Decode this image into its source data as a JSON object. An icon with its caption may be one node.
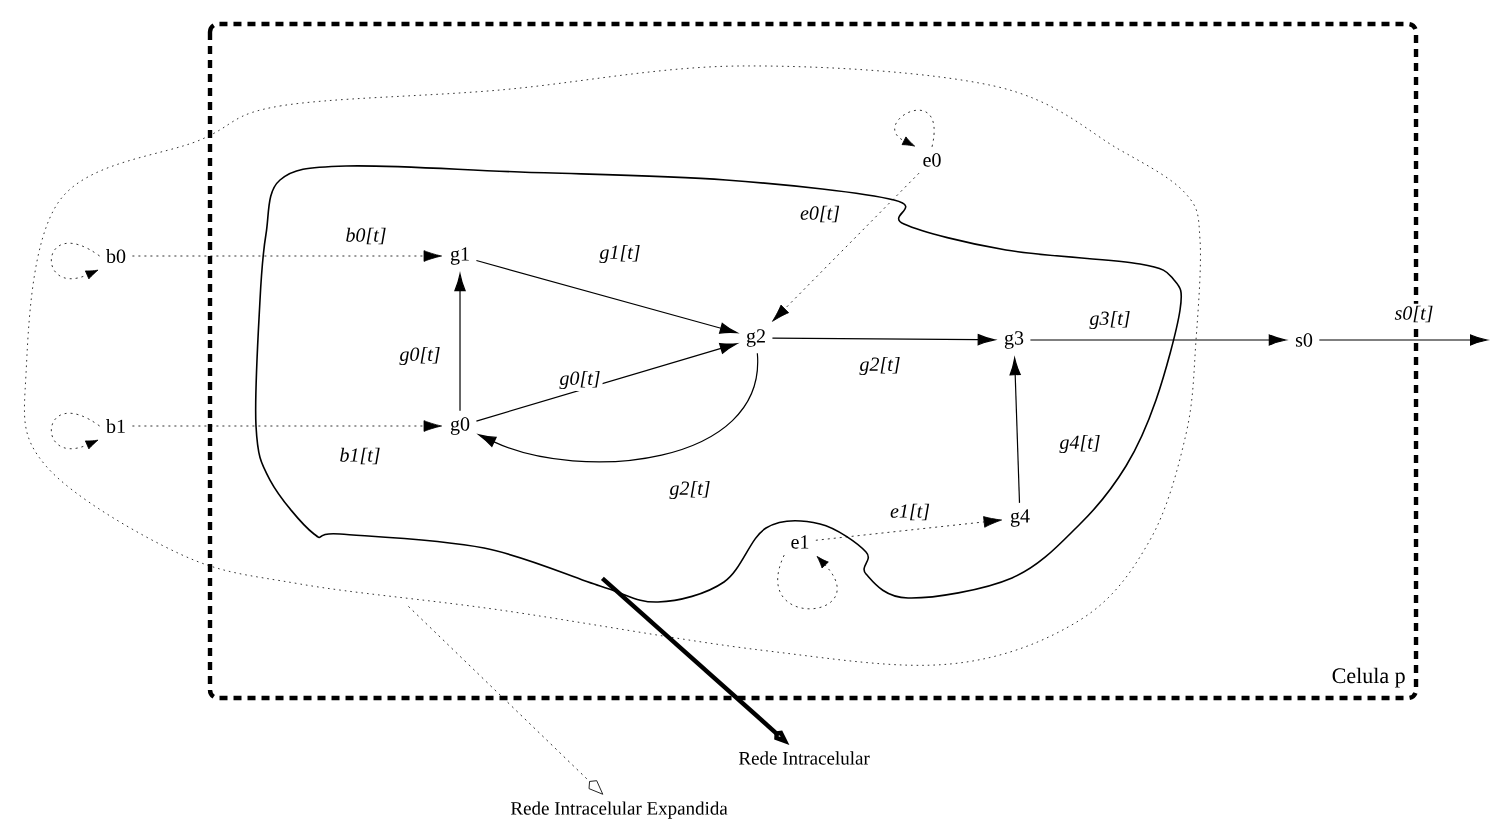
{
  "diagram": {
    "nodes": [
      {
        "text": [
          "Celula p"
        ]
      },
      {
        "text": [],
        "shape": "cloud"
      },
      {
        "text": [],
        "shape": "cloud",
        "in": 1
      },
      {
        "text": [
          "b0"
        ],
        "in": 1
      },
      {
        "text": [
          "b1"
        ],
        "in": 1
      },
      {
        "text": [
          "e0"
        ],
        "in": 1
      },
      {
        "text": [
          "g1"
        ],
        "in": 2
      },
      {
        "text": [
          "g2"
        ],
        "in": 2
      },
      {
        "text": [
          "g3"
        ],
        "in": 2
      },
      {
        "text": [
          "s0"
        ],
        "in": 0
      },
      {
        "text": [
          "g0"
        ],
        "in": 2
      },
      {
        "text": [
          "g4"
        ],
        "in": 2
      },
      {
        "text": [
          "e1"
        ],
        "in": 1
      },
      {
        "text": [
          "Rede Intracelular"
        ]
      },
      {
        "text": [
          "Rede Intracelular Expandida"
        ]
      }
    ],
    "edges": [
      {
        "from": 3,
        "to": 6,
        "arrow": "to",
        "label": "b0[t]",
        "style": "dashed"
      },
      {
        "from": 4,
        "to": 10,
        "arrow": "to",
        "label": "b1[t]",
        "style": "dashed"
      },
      {
        "from": 10,
        "to": 6,
        "arrow": "to",
        "label": "g0[t]"
      },
      {
        "from": 10,
        "to": 7,
        "arrow": "to",
        "label": "g0[t]"
      },
      {
        "from": 6,
        "to": 7,
        "arrow": "to",
        "label": "g1[t]"
      },
      {
        "from": 7,
        "to": 10,
        "arrow": "to",
        "label": "g2[t]"
      },
      {
        "from": 7,
        "to": 8,
        "arrow": "to",
        "label": "g2[t]"
      },
      {
        "from": 5,
        "to": 7,
        "arrow": "to",
        "label": "e0[t]",
        "style": "dashed"
      },
      {
        "from": 8,
        "to": 9,
        "arrow": "to",
        "label": "g3[t]"
      },
      {
        "from": 9,
        "to": null,
        "arrow": "to",
        "label": "s0[t]"
      },
      {
        "from": 11,
        "to": 8,
        "arrow": "to",
        "label": "g4[t]"
      },
      {
        "from": 12,
        "to": 11,
        "arrow": "to",
        "label": "e1[t]",
        "style": "dashed"
      },
      {
        "from": 3,
        "to": 3,
        "arrow": "to",
        "style": "dashed"
      },
      {
        "from": 4,
        "to": 4,
        "arrow": "to",
        "style": "dashed"
      },
      {
        "from": 5,
        "to": 5,
        "arrow": "to",
        "style": "dashed"
      },
      {
        "from": 12,
        "to": 12,
        "arrow": "to",
        "style": "dashed"
      },
      {
        "from": 2,
        "to": 13,
        "arrow": "to",
        "style": "thick"
      },
      {
        "from": 1,
        "to": 14,
        "arrow": "to",
        "style": "dashed"
      }
    ]
  }
}
